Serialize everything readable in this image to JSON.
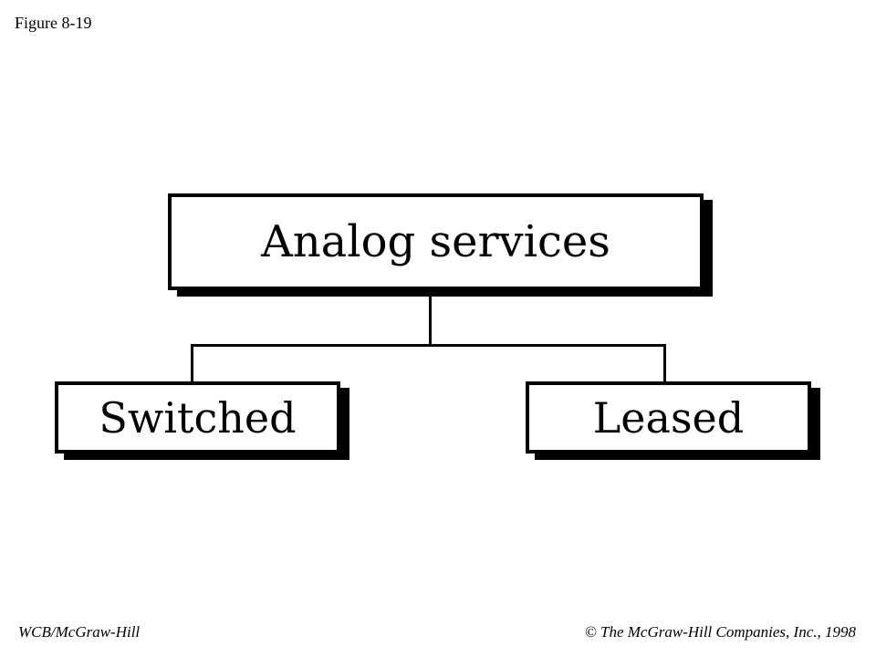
{
  "header": {
    "figure_label": "Figure 8-19"
  },
  "diagram": {
    "root": {
      "label": "Analog services"
    },
    "children": [
      {
        "label": "Switched"
      },
      {
        "label": "Leased"
      }
    ]
  },
  "footer": {
    "publisher": "WCB/McGraw-Hill",
    "copyright_symbol": "©",
    "copyright_text": "The McGraw-Hill Companies, Inc., 1998"
  }
}
